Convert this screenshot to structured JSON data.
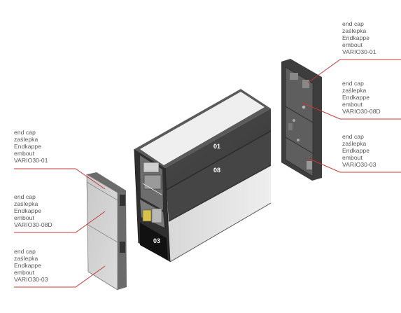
{
  "accent_color": "#c43a3a",
  "left_labels": [
    {
      "lines": [
        "end cap",
        "zaślepka",
        "Endkappe",
        "embout",
        "VARIO30-01"
      ]
    },
    {
      "lines": [
        "end cap",
        "zaślepka",
        "Endkappe",
        "embout",
        "VARIO30-08D"
      ]
    },
    {
      "lines": [
        "end cap",
        "zaślepka",
        "Endkappe",
        "embout",
        "VARIO30-03"
      ]
    }
  ],
  "right_labels": [
    {
      "lines": [
        "end cap",
        "zaślepka",
        "Endkappe",
        "embout",
        "VARIO30-01"
      ]
    },
    {
      "lines": [
        "end cap",
        "zaślepka",
        "Endkappe",
        "embout",
        "VARIO30-08D"
      ]
    },
    {
      "lines": [
        "end cap",
        "zaślepka",
        "Endkappe",
        "embout",
        "VARIO30-03"
      ]
    }
  ],
  "modules": {
    "top": "01",
    "middle": "08",
    "bottom": "03"
  }
}
